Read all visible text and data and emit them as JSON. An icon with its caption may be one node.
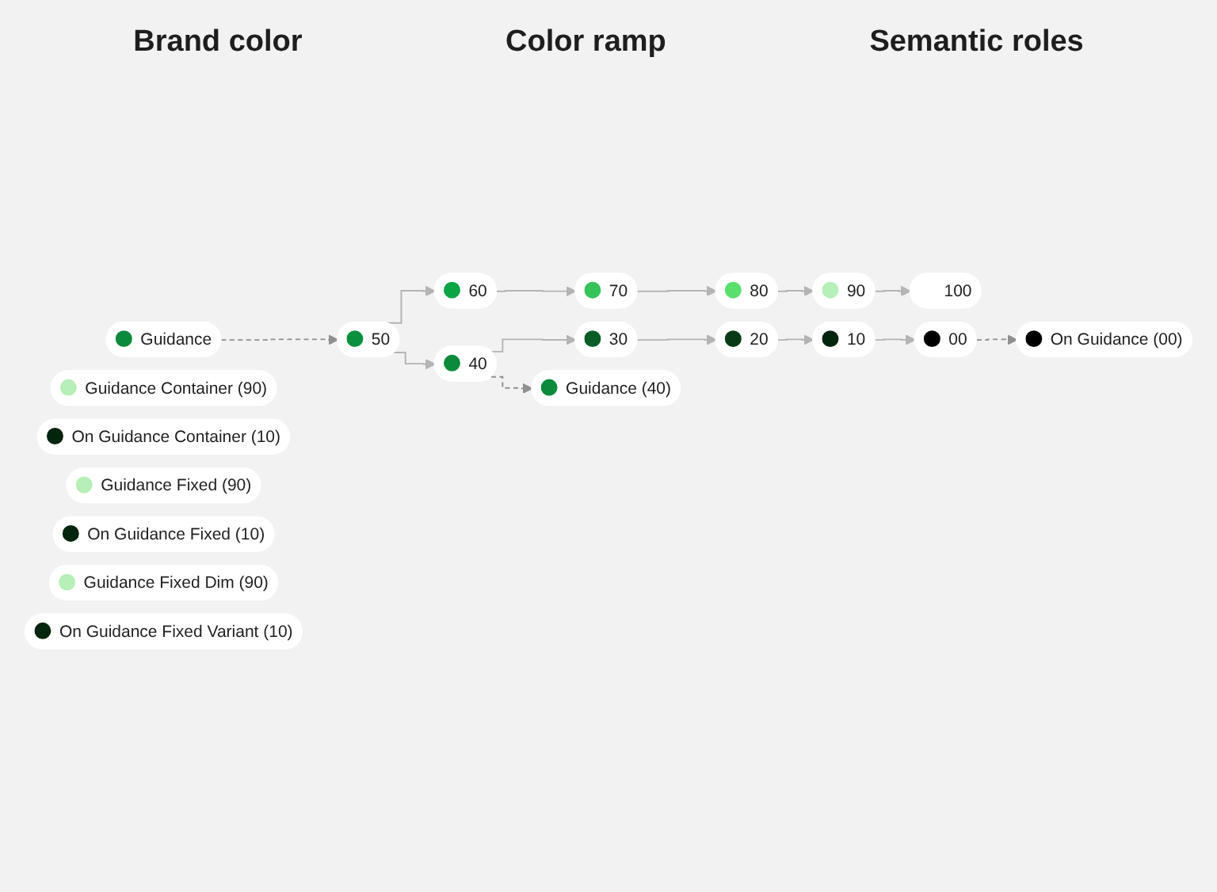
{
  "diagram": {
    "nodes": [
      {
        "text": [
          "Guidance"
        ]
      },
      {
        "text": [
          "100"
        ]
      },
      {
        "text": [
          "90"
        ]
      },
      {
        "text": [
          "80"
        ]
      },
      {
        "text": [
          "70"
        ]
      },
      {
        "text": [
          "60"
        ]
      },
      {
        "text": [
          "50"
        ]
      },
      {
        "text": [
          "40"
        ]
      },
      {
        "text": [
          "30"
        ]
      },
      {
        "text": [
          "20"
        ]
      },
      {
        "text": [
          "10"
        ]
      },
      {
        "text": [
          "00"
        ]
      },
      {
        "text": [
          "Guidance (40)"
        ]
      },
      {
        "text": [
          "On Guidance (00)"
        ]
      },
      {
        "text": [
          "Guidance Container (90)"
        ]
      },
      {
        "text": [
          "On Guidance Container (10)"
        ]
      },
      {
        "text": [
          "Guidance Fixed (90)"
        ]
      },
      {
        "text": [
          "On Guidance Fixed (10)"
        ]
      },
      {
        "text": [
          "Guidance Fixed Dim (90)"
        ]
      },
      {
        "text": [
          "On Guidance Fixed Variant (10)"
        ]
      }
    ],
    "edges": [
      {
        "from": 0,
        "to": 6,
        "arrow": "to",
        "style": "dashed",
        "color": "#8f8f8f"
      },
      {
        "from": 2,
        "to": 1,
        "arrow": "to"
      },
      {
        "from": 3,
        "to": 2,
        "arrow": "to"
      },
      {
        "from": 4,
        "to": 3,
        "arrow": "to"
      },
      {
        "from": 5,
        "to": 4,
        "arrow": "to"
      },
      {
        "from": 6,
        "to": 5,
        "arrow": "to"
      },
      {
        "from": 6,
        "to": 7,
        "arrow": "to"
      },
      {
        "from": 7,
        "to": 8,
        "arrow": "to"
      },
      {
        "from": 8,
        "to": 9,
        "arrow": "to"
      },
      {
        "from": 9,
        "to": 10,
        "arrow": "to"
      },
      {
        "from": 10,
        "to": 11,
        "arrow": "to"
      },
      {
        "from": 7,
        "to": 12,
        "arrow": "to",
        "style": "dashed",
        "color": "#8f8f8f"
      },
      {
        "from": 11,
        "to": 13,
        "arrow": "to",
        "style": "dashed",
        "color": "#8f8f8f"
      }
    ],
    "labels": [
      "Brand color",
      "Color ramp",
      "Semantic roles"
    ]
  }
}
